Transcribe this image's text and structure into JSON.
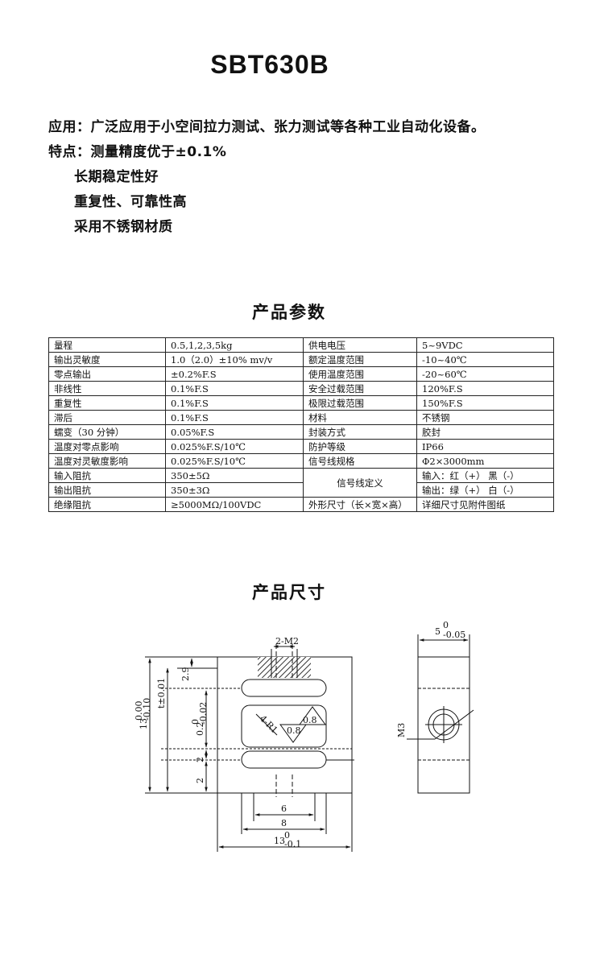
{
  "title": "SBT630B",
  "application": "应用：广泛应用于小空间拉力测试、张力测试等各种工业自动化设备。",
  "features": {
    "label_line": "特点：测量精度优于±0.1%",
    "items": [
      "长期稳定性好",
      "重复性、可靠性高",
      "采用不锈钢材质"
    ]
  },
  "params_title": "产品参数",
  "params": [
    [
      "量程",
      "0.5,1,2,3,5kg",
      "供电电压",
      "5~9VDC"
    ],
    [
      "输出灵敏度",
      "1.0（2.0）±10% mv/v",
      "额定温度范围",
      "-10~40℃"
    ],
    [
      "零点输出",
      "±0.2%F.S",
      "使用温度范围",
      "-20~60℃"
    ],
    [
      "非线性",
      "0.1%F.S",
      "安全过载范围",
      "120%F.S"
    ],
    [
      "重复性",
      "0.1%F.S",
      "极限过载范围",
      "150%F.S"
    ],
    [
      "滞后",
      "0.1%F.S",
      "材料",
      "不锈钢"
    ],
    [
      "蠕变（30 分钟）",
      "0.05%F.S",
      "封装方式",
      "胶封"
    ],
    [
      "温度对零点影响",
      "0.025%F.S/10℃",
      "防护等级",
      "IP66"
    ],
    [
      "温度对灵敏度影响",
      "0.025%F.S/10℃",
      "信号线规格",
      "Φ2×3000mm"
    ],
    [
      "输入阻抗",
      "350±5Ω",
      "信号线定义",
      "输入：红（+） 黑（-）"
    ],
    [
      "输出阻抗",
      "350±3Ω",
      "",
      "输出：绿（+） 白（-）"
    ],
    [
      "绝缘阻抗",
      "≥5000MΩ/100VDC",
      "外形尺寸（长×宽×高）",
      "详细尺寸见附件图纸"
    ]
  ],
  "dims_title": "产品尺寸",
  "dimensions": {
    "thread": "2-M2",
    "height_overall": "13",
    "height_tol_upper": "0.00",
    "height_tol_lower": "-0.10",
    "t": "t±0.01",
    "d_29": "2.9",
    "d_02": "0.2",
    "d_02_upper": "0",
    "d_02_lower": "-0.02",
    "d_2a": "2",
    "d_2b": "2",
    "r1": "4-R1",
    "d_08a": "0.8",
    "d_08b": "0.8",
    "w_6": "6",
    "w_8": "8",
    "w_13": "13",
    "w_13_upper": "0",
    "w_13_lower": "-0.1",
    "side_5": "5",
    "side_5_upper": "0",
    "side_5_lower": "-0.05",
    "m3": "M3"
  }
}
